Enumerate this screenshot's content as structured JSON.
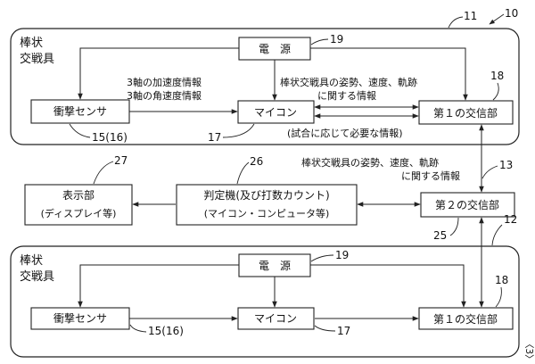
{
  "figure": {
    "ref_top": "10",
    "page_mark": "〈3〉"
  },
  "unit_top": {
    "ref": "11",
    "name_line1": "棒状",
    "name_line2": "交戦具",
    "power": {
      "label": "電　源",
      "ref": "19"
    },
    "sensor": {
      "label": "衝撃センサ",
      "ref": "15(16)"
    },
    "mcu": {
      "label": "マイコン",
      "ref": "17"
    },
    "comm": {
      "label": "第１の交信部",
      "ref": "18"
    },
    "info_sensor_line1": "3軸の加速度情報",
    "info_sensor_line2": "3軸の角速度情報",
    "info_motion_line1": "棒状交戦具の姿勢、速度、軌跡",
    "info_motion_line2": "に関する情報",
    "info_match": "(試合に応じて必要な情報)"
  },
  "center": {
    "display": {
      "label": "表示部",
      "sub": "(ディスプレイ等)",
      "ref": "27"
    },
    "judge": {
      "label": "判定機(及び打数カウント)",
      "sub": "(マイコン・コンピュータ等)",
      "ref": "26"
    },
    "comm2": {
      "label": "第２の交信部",
      "ref": "25"
    },
    "link_ref": "13",
    "info_link_line1": "棒状交戦具の姿勢、速度、軌跡",
    "info_link_line2": "に関する情報"
  },
  "unit_bottom": {
    "ref": "12",
    "name_line1": "棒状",
    "name_line2": "交戦具",
    "power": {
      "label": "電　源",
      "ref": "19"
    },
    "sensor": {
      "label": "衝撃センサ",
      "ref": "15(16)"
    },
    "mcu": {
      "label": "マイコン",
      "ref": "17"
    },
    "comm": {
      "label": "第１の交信部",
      "ref": "18"
    }
  }
}
